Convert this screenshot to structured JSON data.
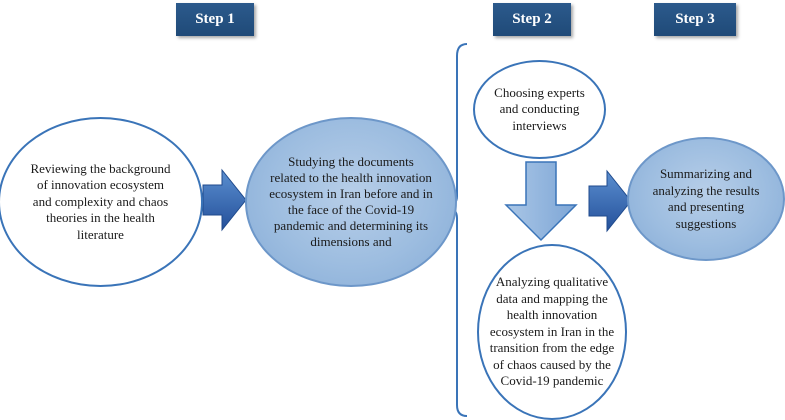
{
  "steps": {
    "step1": "Step 1",
    "step2": "Step 2",
    "step3": "Step 3"
  },
  "nodes": {
    "review": "Reviewing the background of innovation ecosystem and complexity and chaos theories in the health literature",
    "documents": "Studying the documents related to the health innovation ecosystem in Iran before and in the face of the Covid-19 pandemic and determining its dimensions and",
    "experts": "Choosing experts and conducting interviews",
    "analyzing": "Analyzing qualitative data and mapping the health innovation ecosystem in Iran in the transition from the edge of chaos caused by the Covid-19 pandemic",
    "summary": "Summarizing and analyzing the results and presenting suggestions"
  },
  "colors": {
    "step_box": "#1f4a78",
    "ellipse_border": "#3a74b8",
    "ellipse_fill": "#9dbde0",
    "arrow_fill": "#2f5fa8"
  }
}
